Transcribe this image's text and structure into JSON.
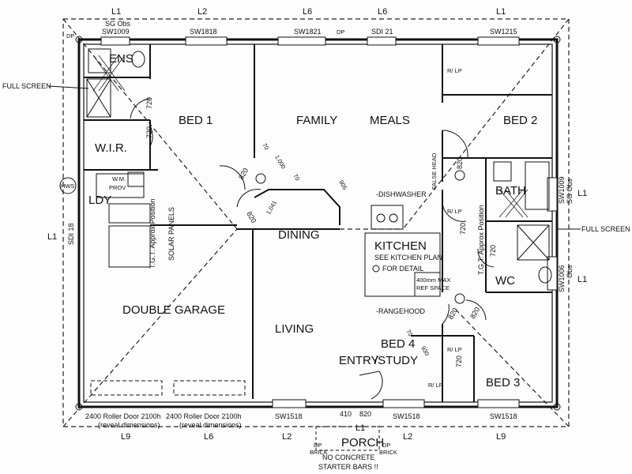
{
  "rooms": {
    "ens": "ENS",
    "bed1": "BED 1",
    "family": "FAMILY",
    "meals": "MEALS",
    "bed2": "BED 2",
    "wir": "W.I.R.",
    "ldy": "LDY",
    "bath": "BATH",
    "dining": "DINING",
    "kitchen": "KITCHEN",
    "wc": "WC",
    "double_garage": "DOUBLE GARAGE",
    "living": "LIVING",
    "bed4_line1": "BED 4",
    "bed4_line2": "/STUDY",
    "entry": "ENTRY",
    "bed3": "BED 3",
    "porch": "PORCH"
  },
  "top_labels": {
    "l1_left": "L1",
    "l2": "L2",
    "l6_a": "L6",
    "l6_b": "L6",
    "l1_right": "L1",
    "sg_obs": "SG Obs",
    "sw1009": "SW1009",
    "sw1818": "SW1818",
    "sw1821": "SW1821",
    "dp_top": "DP",
    "sdi21": "SDI 21",
    "sw1215": "SW1215"
  },
  "side_labels": {
    "full_screen_left": "FULL SCREEN",
    "full_screen_right": "FULL SCREEN",
    "hws": "HWS",
    "l1_left": "L1",
    "sdi18": "SDI 18",
    "sw1009_r": "SW1009",
    "sg_obs_r": "SG Obs",
    "l1_right_a": "L1",
    "sw1006_r": "SW1006",
    "obs_r": "Obs",
    "l1_right_b": "L1"
  },
  "bottom_labels": {
    "roller_left_1": "2400 Roller Door 2100h",
    "roller_left_2": "(reveal dimensions)",
    "roller_right_1": "2400 Roller Door 2100h",
    "roller_right_2": "(reveal dimensions)",
    "sw1518_a": "SW1518",
    "sw1518_b": "SW1518",
    "sw1518_c": "SW1518",
    "l9_left": "L9",
    "l6": "L6",
    "l2_left": "L2",
    "l1_entry": "L1",
    "l2_right": "L2",
    "l9_right": "L9",
    "d410": "410",
    "d820_entry": "820",
    "dp_brick_l1": "DP",
    "dp_brick_l2": "BRICK",
    "dp_brick_r1": "DP",
    "dp_brick_r2": "BRICK",
    "no_concrete": "NO CONCRETE",
    "starter_bars": "STARTER BARS !!"
  },
  "notes": {
    "prov": "PROV",
    "wm": "W.M.",
    "solar_panels": "SOLAR PANELS",
    "tgt_left": "T.G.T. Approx Position",
    "tgt_right": "T.G.T. Approx Position",
    "dishwasher": "-DISHWASHER",
    "false_head": "FALSE HEAD",
    "see_kitchen_1": "SEE KITCHEN PLAN",
    "see_kitchen_2": "FOR DETAIL",
    "fridge_1": "400mm MAX",
    "fridge_2": "REF SPACE",
    "rangehood": "-RANGEHOOD",
    "rlp_a": "R/ LP",
    "rlp_b": "R/ LP",
    "rlp_c": "R/ LP",
    "rlp_d": "R/ LP",
    "dp_corner": "DP"
  },
  "dimensions": {
    "d720_a": "720",
    "d720_b": "720",
    "d820_a": "820",
    "d820_b": "820",
    "d70_a": "70",
    "d1000": "1,000",
    "d70_b": "70",
    "d905": "905",
    "d1041": "1,041",
    "d820_c": "820",
    "d720_c": "720",
    "d720_d": "720",
    "d820_d": "820",
    "d820_e": "820",
    "d70_c": "70",
    "d930": "930",
    "d720_e": "720"
  }
}
